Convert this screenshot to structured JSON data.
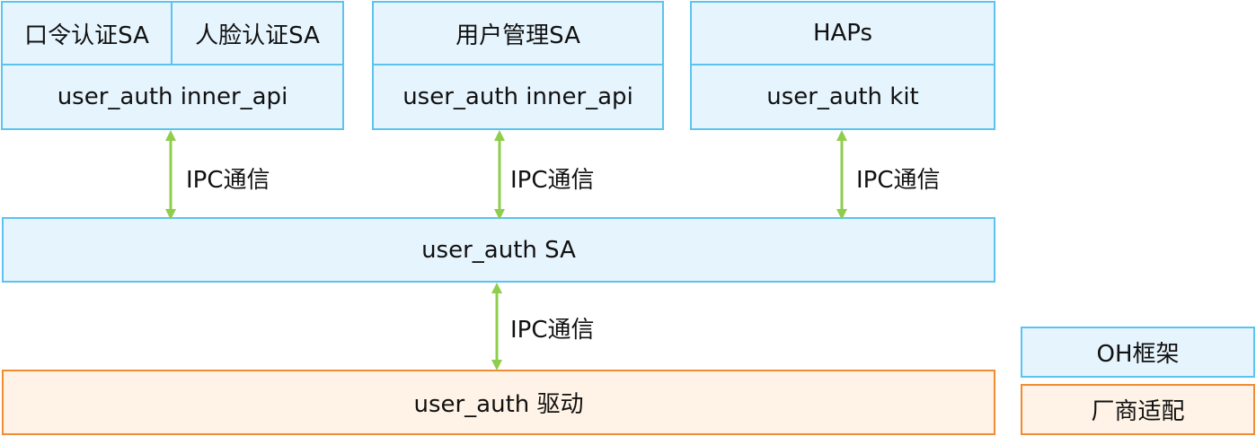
{
  "top": {
    "group1": {
      "left_label": "口令认证SA",
      "right_label": "人脸认证SA",
      "api_label": "user_auth inner_api"
    },
    "group2": {
      "top_label": "用户管理SA",
      "api_label": "user_auth inner_api"
    },
    "group3": {
      "top_label": "HAPs",
      "api_label": "user_auth kit"
    }
  },
  "ipc_label": "IPC通信",
  "sa_label": "user_auth SA",
  "driver_label": "user_auth 驱动",
  "legend": {
    "oh": "OH框架",
    "vendor": "厂商适配"
  },
  "colors": {
    "oh_fill": "#e6f4fd",
    "oh_border": "#5cc3f0",
    "vendor_fill": "#fef3e6",
    "vendor_border": "#ef8c34",
    "arrow": "#8fcd4c"
  }
}
